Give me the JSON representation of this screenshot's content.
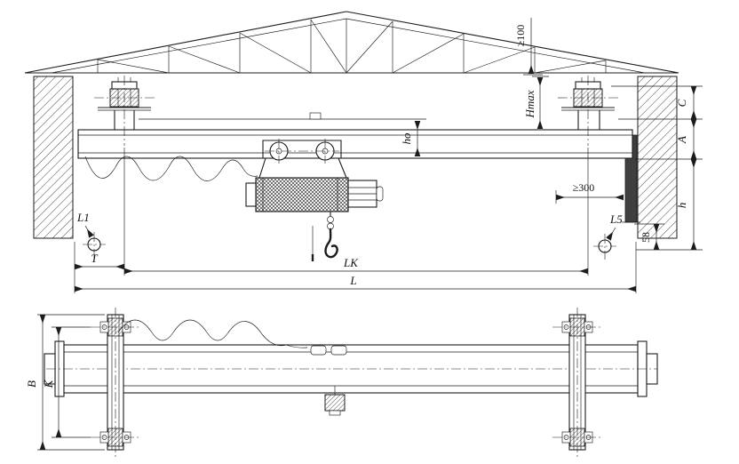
{
  "colors": {
    "background": "#ffffff",
    "ink": "#1c1c1c"
  },
  "front_view": {
    "dims": {
      "roof_clearance": "≥100",
      "hmax": "Hmax",
      "ho": "ho",
      "c": "C",
      "a": "A",
      "h": "h",
      "wall_clearance": "≥300",
      "bracket_offset": "58",
      "hook_approach_left": "L1",
      "hook_approach_right": "L5",
      "t": "T",
      "lk": "LK",
      "span": "L"
    }
  },
  "plan_view": {
    "dims": {
      "b": "B",
      "k": "K"
    }
  }
}
